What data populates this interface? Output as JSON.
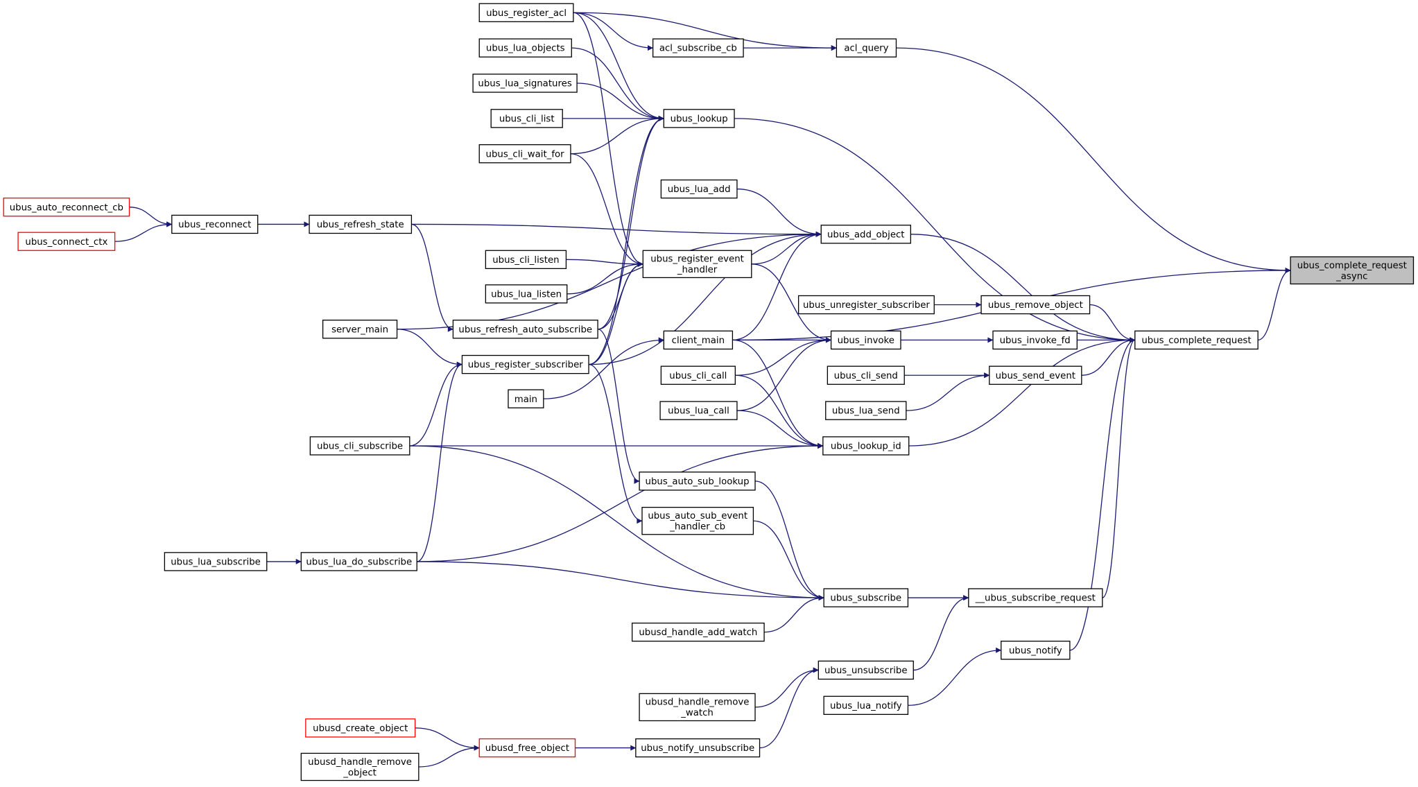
{
  "colors": {
    "edge": "#191970",
    "node_border": "#000000",
    "truncated_border": "#ff0000",
    "root_fill": "#bfbfbf",
    "background": "#ffffff"
  },
  "graph": {
    "type": "caller-graph",
    "root": "ubus_complete_request_async",
    "nodes": [
      {
        "id": "ubus_complete_request_async",
        "lines": [
          "ubus_complete_request",
          "_async"
        ],
        "root": true
      },
      {
        "id": "acl_query",
        "lines": [
          "acl_query"
        ]
      },
      {
        "id": "ubus_complete_request",
        "lines": [
          "ubus_complete_request"
        ]
      },
      {
        "id": "acl_subscribe_cb",
        "lines": [
          "acl_subscribe_cb"
        ]
      },
      {
        "id": "ubus_register_acl",
        "lines": [
          "ubus_register_acl"
        ]
      },
      {
        "id": "ubus_add_object",
        "lines": [
          "ubus_add_object"
        ]
      },
      {
        "id": "ubus_lookup",
        "lines": [
          "ubus_lookup"
        ]
      },
      {
        "id": "ubus_remove_object",
        "lines": [
          "ubus_remove_object"
        ]
      },
      {
        "id": "ubus_invoke_fd",
        "lines": [
          "ubus_invoke_fd"
        ]
      },
      {
        "id": "ubus_send_event",
        "lines": [
          "ubus_send_event"
        ]
      },
      {
        "id": "ubus_lookup_id",
        "lines": [
          "ubus_lookup_id"
        ]
      },
      {
        "id": "__ubus_subscribe_request",
        "lines": [
          "__ubus_subscribe_request"
        ]
      },
      {
        "id": "ubus_notify",
        "lines": [
          "ubus_notify"
        ]
      },
      {
        "id": "ubus_unregister_subscriber",
        "lines": [
          "ubus_unregister_subscriber"
        ]
      },
      {
        "id": "ubus_invoke",
        "lines": [
          "ubus_invoke"
        ]
      },
      {
        "id": "ubus_cli_send",
        "lines": [
          "ubus_cli_send"
        ]
      },
      {
        "id": "ubus_lua_send",
        "lines": [
          "ubus_lua_send"
        ]
      },
      {
        "id": "ubus_subscribe",
        "lines": [
          "ubus_subscribe"
        ]
      },
      {
        "id": "ubus_unsubscribe",
        "lines": [
          "ubus_unsubscribe"
        ]
      },
      {
        "id": "ubus_lua_notify",
        "lines": [
          "ubus_lua_notify"
        ]
      },
      {
        "id": "ubus_lua_objects",
        "lines": [
          "ubus_lua_objects"
        ]
      },
      {
        "id": "ubus_lua_signatures",
        "lines": [
          "ubus_lua_signatures"
        ]
      },
      {
        "id": "ubus_cli_list",
        "lines": [
          "ubus_cli_list"
        ]
      },
      {
        "id": "ubus_cli_wait_for",
        "lines": [
          "ubus_cli_wait_for"
        ]
      },
      {
        "id": "ubus_lua_add",
        "lines": [
          "ubus_lua_add"
        ]
      },
      {
        "id": "ubus_register_event_handler",
        "lines": [
          "ubus_register_event",
          "_handler"
        ]
      },
      {
        "id": "ubus_cli_listen",
        "lines": [
          "ubus_cli_listen"
        ]
      },
      {
        "id": "ubus_lua_listen",
        "lines": [
          "ubus_lua_listen"
        ]
      },
      {
        "id": "ubus_refresh_auto_subscribe",
        "lines": [
          "ubus_refresh_auto_subscribe"
        ]
      },
      {
        "id": "ubus_register_subscriber",
        "lines": [
          "ubus_register_subscriber"
        ]
      },
      {
        "id": "client_main",
        "lines": [
          "client_main"
        ]
      },
      {
        "id": "ubus_cli_call",
        "lines": [
          "ubus_cli_call"
        ]
      },
      {
        "id": "ubus_lua_call",
        "lines": [
          "ubus_lua_call"
        ]
      },
      {
        "id": "main",
        "lines": [
          "main"
        ]
      },
      {
        "id": "ubus_cli_subscribe",
        "lines": [
          "ubus_cli_subscribe"
        ]
      },
      {
        "id": "ubus_auto_sub_lookup",
        "lines": [
          "ubus_auto_sub_lookup"
        ]
      },
      {
        "id": "ubus_auto_sub_event_handler_cb",
        "lines": [
          "ubus_auto_sub_event",
          "_handler_cb"
        ]
      },
      {
        "id": "ubus_lua_do_subscribe",
        "lines": [
          "ubus_lua_do_subscribe"
        ]
      },
      {
        "id": "ubus_lua_subscribe",
        "lines": [
          "ubus_lua_subscribe"
        ]
      },
      {
        "id": "ubusd_handle_add_watch",
        "lines": [
          "ubusd_handle_add_watch"
        ]
      },
      {
        "id": "ubusd_handle_remove_watch",
        "lines": [
          "ubusd_handle_remove",
          "_watch"
        ]
      },
      {
        "id": "ubus_notify_unsubscribe",
        "lines": [
          "ubus_notify_unsubscribe"
        ]
      },
      {
        "id": "ubusd_free_object",
        "lines": [
          "ubusd_free_object"
        ],
        "truncated": true
      },
      {
        "id": "ubusd_create_object",
        "lines": [
          "ubusd_create_object"
        ],
        "truncated": true
      },
      {
        "id": "ubusd_handle_remove_object",
        "lines": [
          "ubusd_handle_remove",
          "_object"
        ]
      },
      {
        "id": "ubus_refresh_state",
        "lines": [
          "ubus_refresh_state"
        ]
      },
      {
        "id": "server_main",
        "lines": [
          "server_main"
        ]
      },
      {
        "id": "ubus_reconnect",
        "lines": [
          "ubus_reconnect"
        ]
      },
      {
        "id": "ubus_auto_reconnect_cb",
        "lines": [
          "ubus_auto_reconnect_cb"
        ],
        "truncated": true
      },
      {
        "id": "ubus_connect_ctx",
        "lines": [
          "ubus_connect_ctx"
        ],
        "truncated": true
      }
    ],
    "edges": [
      [
        "acl_query",
        "ubus_complete_request_async"
      ],
      [
        "ubus_complete_request",
        "ubus_complete_request_async"
      ],
      [
        "client_main",
        "ubus_complete_request_async"
      ],
      [
        "acl_subscribe_cb",
        "acl_query"
      ],
      [
        "ubus_register_acl",
        "acl_query"
      ],
      [
        "ubus_register_acl",
        "acl_subscribe_cb"
      ],
      [
        "ubus_add_object",
        "ubus_complete_request"
      ],
      [
        "ubus_lookup",
        "ubus_complete_request"
      ],
      [
        "ubus_remove_object",
        "ubus_complete_request"
      ],
      [
        "ubus_invoke_fd",
        "ubus_complete_request"
      ],
      [
        "ubus_send_event",
        "ubus_complete_request"
      ],
      [
        "ubus_lookup_id",
        "ubus_complete_request"
      ],
      [
        "__ubus_subscribe_request",
        "ubus_complete_request"
      ],
      [
        "ubus_notify",
        "ubus_complete_request"
      ],
      [
        "ubus_unregister_subscriber",
        "ubus_remove_object"
      ],
      [
        "ubus_invoke",
        "ubus_invoke_fd"
      ],
      [
        "ubus_cli_send",
        "ubus_send_event"
      ],
      [
        "ubus_lua_send",
        "ubus_send_event"
      ],
      [
        "ubus_subscribe",
        "__ubus_subscribe_request"
      ],
      [
        "ubus_unsubscribe",
        "__ubus_subscribe_request"
      ],
      [
        "ubus_lua_notify",
        "ubus_notify"
      ],
      [
        "ubus_lua_objects",
        "ubus_lookup"
      ],
      [
        "ubus_lua_signatures",
        "ubus_lookup"
      ],
      [
        "ubus_cli_list",
        "ubus_lookup"
      ],
      [
        "ubus_cli_wait_for",
        "ubus_lookup"
      ],
      [
        "ubus_register_acl",
        "ubus_lookup"
      ],
      [
        "ubus_refresh_auto_subscribe",
        "ubus_lookup"
      ],
      [
        "ubus_register_subscriber",
        "ubus_lookup"
      ],
      [
        "ubus_lua_add",
        "ubus_add_object"
      ],
      [
        "ubus_register_event_handler",
        "ubus_add_object"
      ],
      [
        "ubus_refresh_state",
        "ubus_add_object"
      ],
      [
        "server_main",
        "ubus_add_object"
      ],
      [
        "client_main",
        "ubus_add_object"
      ],
      [
        "ubus_register_subscriber",
        "ubus_add_object"
      ],
      [
        "ubus_cli_listen",
        "ubus_register_event_handler"
      ],
      [
        "ubus_lua_listen",
        "ubus_register_event_handler"
      ],
      [
        "ubus_cli_wait_for",
        "ubus_register_event_handler"
      ],
      [
        "ubus_register_subscriber",
        "ubus_register_event_handler"
      ],
      [
        "ubus_refresh_auto_subscribe",
        "ubus_register_event_handler"
      ],
      [
        "ubus_register_acl",
        "ubus_register_event_handler"
      ],
      [
        "ubus_register_event_handler",
        "ubus_invoke"
      ],
      [
        "client_main",
        "ubus_invoke"
      ],
      [
        "ubus_cli_call",
        "ubus_invoke"
      ],
      [
        "ubus_lua_call",
        "ubus_invoke"
      ],
      [
        "client_main",
        "ubus_lookup_id"
      ],
      [
        "ubus_cli_call",
        "ubus_lookup_id"
      ],
      [
        "ubus_lua_call",
        "ubus_lookup_id"
      ],
      [
        "ubus_cli_subscribe",
        "ubus_lookup_id"
      ],
      [
        "ubus_lua_do_subscribe",
        "ubus_lookup_id"
      ],
      [
        "ubus_auto_sub_lookup",
        "ubus_subscribe"
      ],
      [
        "ubus_auto_sub_event_handler_cb",
        "ubus_subscribe"
      ],
      [
        "ubus_cli_subscribe",
        "ubus_subscribe"
      ],
      [
        "ubus_lua_do_subscribe",
        "ubus_subscribe"
      ],
      [
        "ubusd_handle_add_watch",
        "ubus_subscribe"
      ],
      [
        "ubusd_handle_remove_watch",
        "ubus_unsubscribe"
      ],
      [
        "ubus_notify_unsubscribe",
        "ubus_unsubscribe"
      ],
      [
        "ubusd_free_object",
        "ubus_notify_unsubscribe"
      ],
      [
        "ubusd_create_object",
        "ubusd_free_object"
      ],
      [
        "ubusd_handle_remove_object",
        "ubusd_free_object"
      ],
      [
        "ubus_refresh_auto_subscribe",
        "ubus_auto_sub_lookup"
      ],
      [
        "ubus_register_subscriber",
        "ubus_auto_sub_event_handler_cb"
      ],
      [
        "server_main",
        "ubus_register_subscriber"
      ],
      [
        "main",
        "client_main"
      ],
      [
        "ubus_cli_subscribe",
        "ubus_register_subscriber"
      ],
      [
        "ubus_lua_do_subscribe",
        "ubus_register_subscriber"
      ],
      [
        "ubus_lua_subscribe",
        "ubus_lua_do_subscribe"
      ],
      [
        "ubus_reconnect",
        "ubus_refresh_state"
      ],
      [
        "ubus_refresh_state",
        "ubus_refresh_auto_subscribe"
      ],
      [
        "ubus_auto_reconnect_cb",
        "ubus_reconnect"
      ],
      [
        "ubus_connect_ctx",
        "ubus_reconnect"
      ]
    ]
  }
}
